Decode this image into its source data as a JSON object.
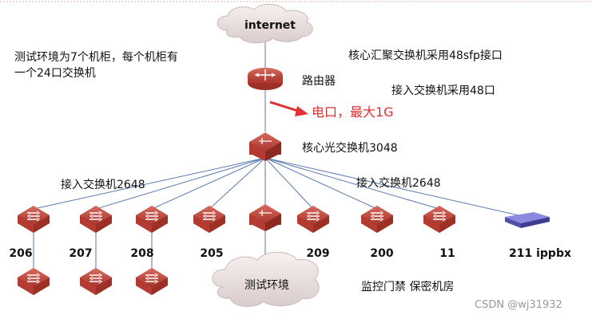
{
  "cloud_internet": "internet",
  "cloud_test_env": "测试环境",
  "notes": {
    "env_line1": "测试环境为7个机柜，每个机柜有",
    "env_line2": "一个24口交换机",
    "core_ports": "核心汇聚交换机采用48sfp接口",
    "access_ports": "接入交换机采用48口",
    "uplink": "电口，最大1G"
  },
  "router_label": "路由器",
  "core_label": "核心光交换机3048",
  "access_label_left": "接入交换机2648",
  "access_label_right": "接入交换机2648",
  "nodes": [
    "206",
    "207",
    "208",
    "205",
    "209",
    "200",
    "11",
    "211  ippbx"
  ],
  "bottom_note": "监控门禁 保密机房",
  "watermark": "CSDN @wj31932",
  "colors": {
    "device": "#c0443a",
    "device_top": "#d4685c",
    "accent": "#e03030",
    "ippbx": "#6a6ac8"
  }
}
